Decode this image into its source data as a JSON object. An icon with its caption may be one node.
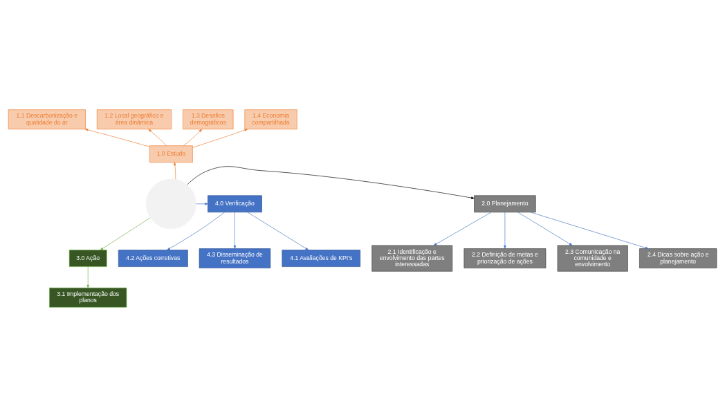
{
  "diagram": {
    "nodes": [
      {
        "text": [],
        "shape": "circle"
      },
      {
        "text": [
          "1.0 Estudo"
        ]
      },
      {
        "text": [
          "1.1 Descarbonização e qualidade do ar"
        ]
      },
      {
        "text": [
          "1.2 Local geográfico e área dinâmica"
        ]
      },
      {
        "text": [
          "1.3 Desafios demográficos"
        ]
      },
      {
        "text": [
          "1.4 Economia compartilhada"
        ]
      },
      {
        "text": [
          "2.0 Planejamento"
        ]
      },
      {
        "text": [
          "2.1 Identificação e envolvimento das partes interessadas"
        ]
      },
      {
        "text": [
          "2.2 Definição de metas e priorização de ações"
        ]
      },
      {
        "text": [
          "2.3 Comunicação na comunidade e envolvimento"
        ]
      },
      {
        "text": [
          "2.4 Dicas sobre ação e planejamento"
        ]
      },
      {
        "text": [
          "3.0 Ação"
        ]
      },
      {
        "text": [
          "3.1 Implementação dos planos"
        ]
      },
      {
        "text": [
          "4.0 Verificação"
        ]
      },
      {
        "text": [
          "4.1 Avaliações de KPI’s"
        ]
      },
      {
        "text": [
          "4.2 Ações corretivas"
        ]
      },
      {
        "text": [
          "4.3 Disseminação de resultados"
        ]
      }
    ],
    "edges": [
      {
        "from": 0,
        "to": 1,
        "arrow": "to",
        "color": "#ed7d31"
      },
      {
        "from": 1,
        "to": 2,
        "arrow": "to",
        "color": "#ed7d31"
      },
      {
        "from": 1,
        "to": 3,
        "arrow": "to",
        "color": "#ed7d31"
      },
      {
        "from": 1,
        "to": 4,
        "arrow": "to",
        "color": "#ed7d31"
      },
      {
        "from": 1,
        "to": 5,
        "arrow": "to",
        "color": "#ed7d31"
      },
      {
        "from": 0,
        "to": 6,
        "arrow": "to",
        "color": "#000000"
      },
      {
        "from": 6,
        "to": 7,
        "arrow": "to"
      },
      {
        "from": 6,
        "to": 8,
        "arrow": "to"
      },
      {
        "from": 6,
        "to": 9,
        "arrow": "to"
      },
      {
        "from": 6,
        "to": 10,
        "arrow": "to"
      },
      {
        "from": 0,
        "to": 11,
        "arrow": "to",
        "color": "#70ad47"
      },
      {
        "from": 11,
        "to": 12,
        "arrow": "to",
        "color": "#70ad47"
      },
      {
        "from": 0,
        "to": 13,
        "arrow": "to"
      },
      {
        "from": 13,
        "to": 14,
        "arrow": "to"
      },
      {
        "from": 13,
        "to": 15,
        "arrow": "to"
      },
      {
        "from": 13,
        "to": 16,
        "arrow": "to"
      }
    ]
  }
}
